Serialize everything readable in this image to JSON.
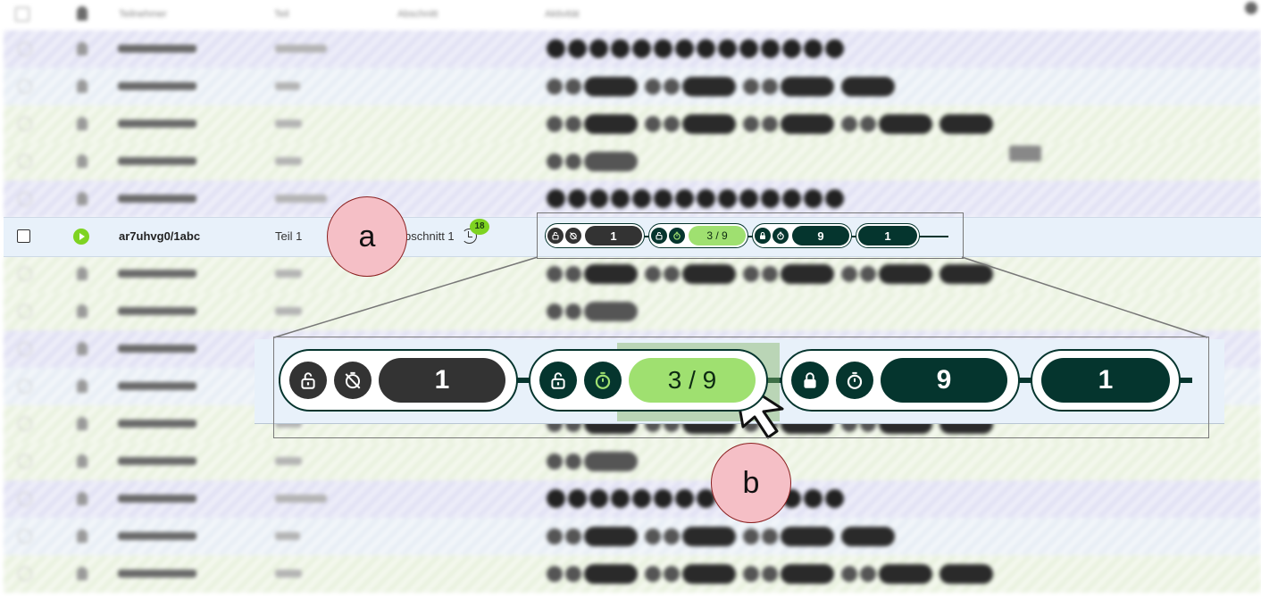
{
  "header": {
    "columns": [
      "Teilnehmer",
      "Teil",
      "Abschnitt",
      "Aktivität"
    ]
  },
  "active_row": {
    "name": "ar7uhvg0/1abc",
    "part": "Teil 1",
    "section": "bschnitt 1",
    "badge_count": "18",
    "units": [
      {
        "value": "1",
        "icons": [
          "lock-open-icon",
          "timer-off-icon"
        ],
        "style": "gray"
      },
      {
        "value": "3 / 9",
        "icons": [
          "lock-open-icon",
          "timer-icon"
        ],
        "style": "active"
      },
      {
        "value": "9",
        "icons": [
          "lock-icon",
          "timer-icon"
        ],
        "style": "dark"
      },
      {
        "value": "1",
        "icons": [],
        "style": "dark"
      }
    ]
  },
  "zoom": {
    "units": [
      {
        "value": "1"
      },
      {
        "value": "3 / 9"
      },
      {
        "value": "9"
      },
      {
        "value": "1"
      }
    ]
  },
  "callouts": {
    "a": "a",
    "b": "b"
  },
  "colors": {
    "dark_green": "#05352e",
    "light_green": "#9fe070",
    "badge_green": "#7ed321",
    "callout_fill": "#f5bfc6",
    "row_highlight": "#e8f1fa"
  }
}
